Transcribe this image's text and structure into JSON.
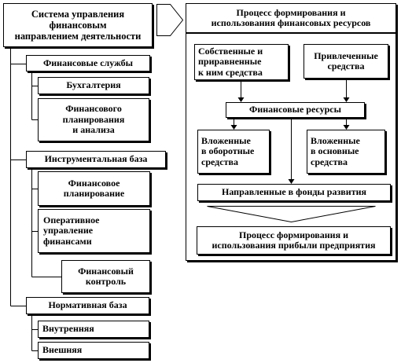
{
  "left": {
    "root": "Система управления финансовым направлением деятельности",
    "groups": [
      {
        "title": "Финансовые службы",
        "items": [
          "Бухгалтерия",
          "Финансового планирования и анализа"
        ]
      },
      {
        "title": "Инструментальная база",
        "items": [
          "Финансовое планирование",
          "Оперативное управление финансами",
          "Финансовый контроль"
        ]
      },
      {
        "title": "Нормативная база",
        "items": [
          "Внутренняя",
          "Внешняя"
        ]
      }
    ]
  },
  "right": {
    "title": "Процесс формирования и использования финансовых ресурсов",
    "own_funds": "Собственные и приравненные к ним средства",
    "borrowed_funds": "Привлеченные средства",
    "financial_resources": "Финансовые ресурсы",
    "current_assets": "Вложенные в оборотные средства",
    "fixed_assets": "Вложенные в основные средства",
    "development_funds": "Направленные в фонды развития",
    "profit_process": "Процесс формирования и использования прибыли предприятия"
  }
}
